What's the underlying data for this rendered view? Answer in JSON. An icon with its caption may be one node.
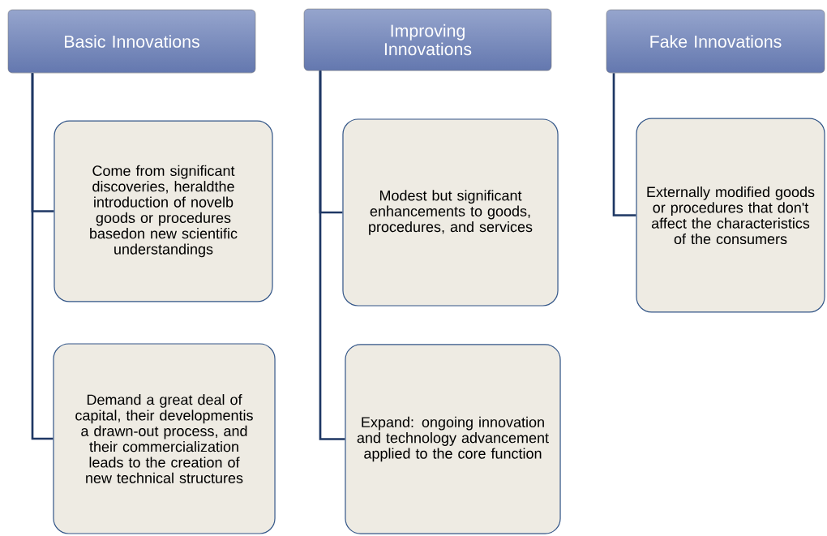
{
  "diagram": {
    "nodes": [
      {
        "text": [
          "Basic Innovations"
        ]
      },
      {
        "text": [
          "Come from significant discoveries, heraldthe introduction of novelb goods or procedures basedon new scientific understandings"
        ]
      },
      {
        "text": [
          "Demand a great deal of capital, their developmentis a drawn-out process, and their commercialization leads to the creation of new technical structures"
        ]
      },
      {
        "text": [
          "Improving Innovations"
        ]
      },
      {
        "text": [
          "Modest but significant enhancements to goods, procedures, and services"
        ]
      },
      {
        "text": [
          "Expand: ongoing innovation and technology advancement applied to the core function"
        ]
      },
      {
        "text": [
          "Fake Innovations"
        ]
      },
      {
        "text": [
          "Externally modified goods or procedures that don't affect the characteristics of the consumers"
        ]
      }
    ],
    "edges": [
      {
        "from": 0,
        "to": 1,
        "arrow": "none"
      },
      {
        "from": 0,
        "to": 2,
        "arrow": "none"
      },
      {
        "from": 3,
        "to": 4,
        "arrow": "none"
      },
      {
        "from": 3,
        "to": 5,
        "arrow": "none"
      },
      {
        "from": 6,
        "to": 7,
        "arrow": "none"
      }
    ]
  }
}
